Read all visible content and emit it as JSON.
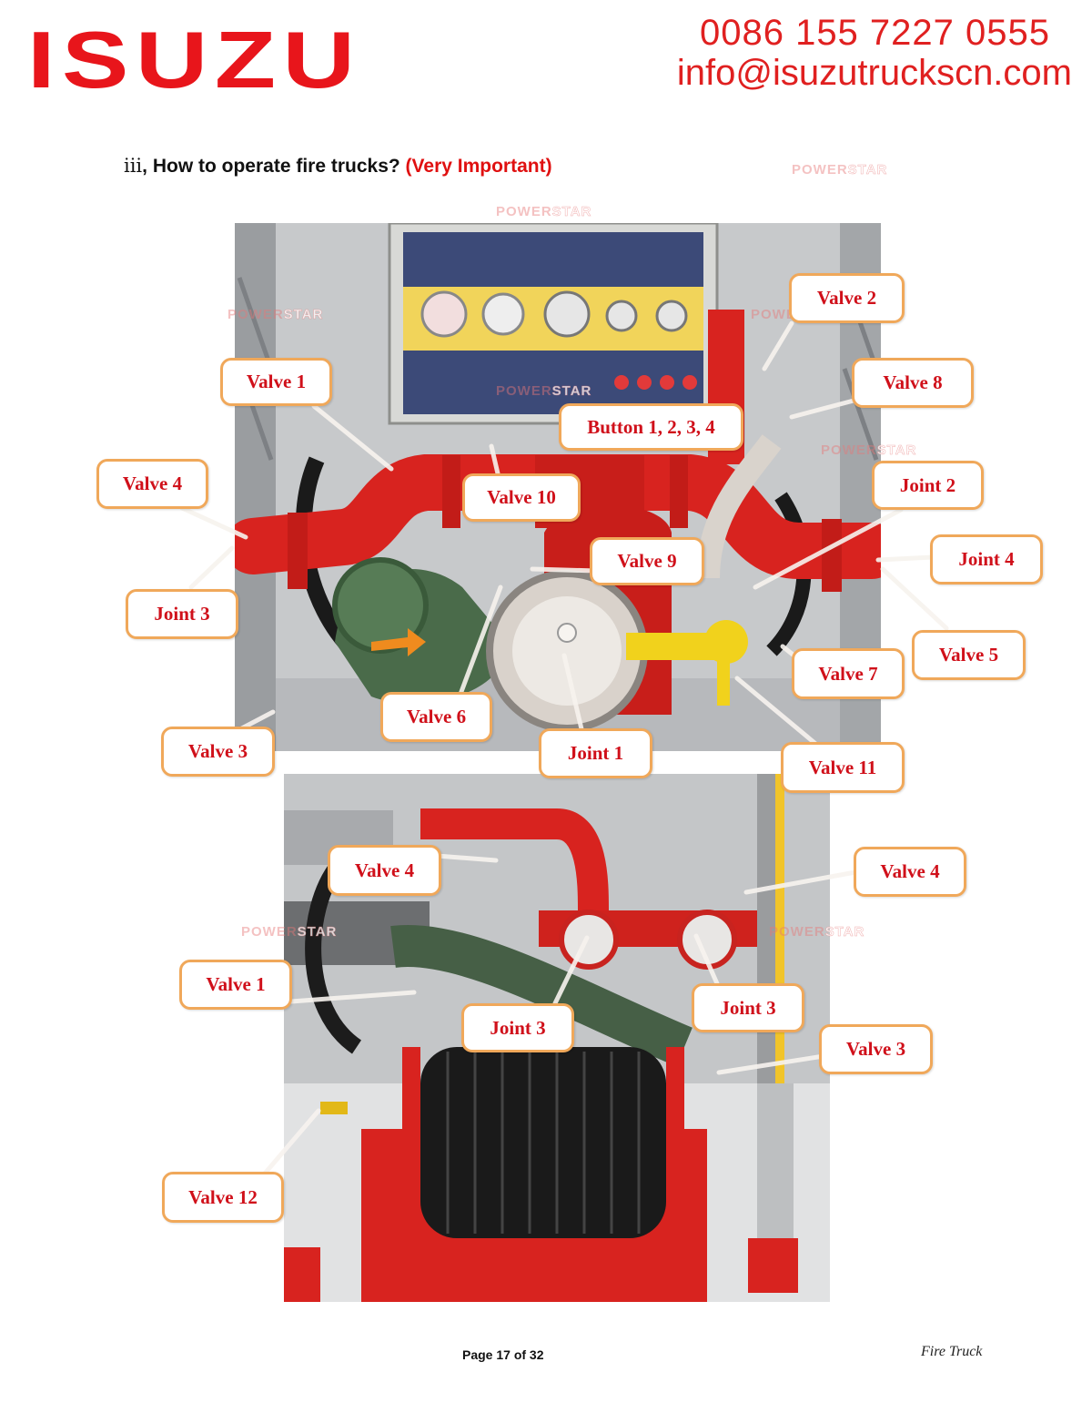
{
  "brand": {
    "logo_text": "ISUZU",
    "color": "#e8151b"
  },
  "contact": {
    "phone": "0086 155 7227 0555",
    "email": "info@isuzutruckscn.com"
  },
  "heading": {
    "roman": "iii",
    "text": ", How to operate fire trucks? ",
    "emphasis": "(Very Important)"
  },
  "watermark": {
    "text_a": "POWER",
    "text_b": "STAR"
  },
  "callouts_top": [
    {
      "label": "Valve 1"
    },
    {
      "label": "Valve 2"
    },
    {
      "label": "Valve 8"
    },
    {
      "label": "Button 1, 2, 3, 4"
    },
    {
      "label": "Valve 4"
    },
    {
      "label": "Valve 10"
    },
    {
      "label": "Joint 2"
    },
    {
      "label": "Joint 4"
    },
    {
      "label": "Valve 9"
    },
    {
      "label": "Joint 3"
    },
    {
      "label": "Valve 5"
    },
    {
      "label": "Valve 7"
    },
    {
      "label": "Valve 6"
    },
    {
      "label": "Valve 3"
    },
    {
      "label": "Joint 1"
    },
    {
      "label": "Valve 11"
    }
  ],
  "callouts_bottom": [
    {
      "label": "Valve 4"
    },
    {
      "label": "Valve 4"
    },
    {
      "label": "Valve 1"
    },
    {
      "label": "Joint 3"
    },
    {
      "label": "Joint 3"
    },
    {
      "label": "Valve 3"
    },
    {
      "label": "Valve 12"
    }
  ],
  "footer": {
    "page": "Page 17 of  32",
    "doc_title": "Fire Truck"
  }
}
